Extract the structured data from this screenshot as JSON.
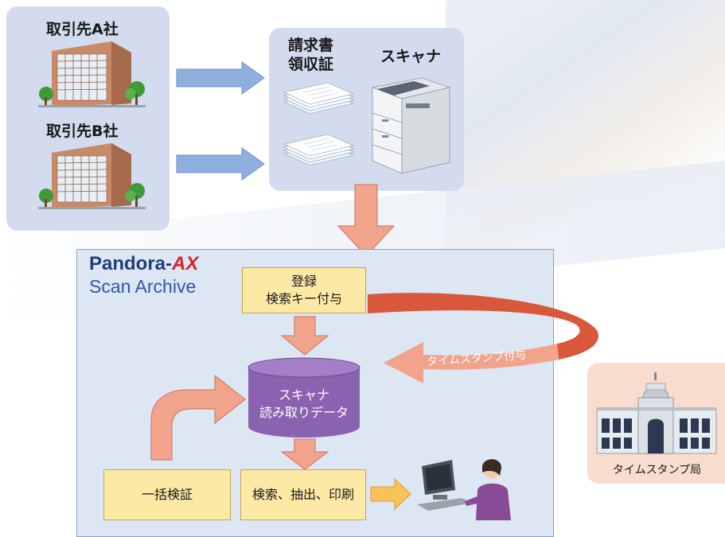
{
  "clients": {
    "client_a": "取引先A社",
    "client_b": "取引先B社"
  },
  "documents": {
    "label_line1": "請求書",
    "label_line2": "領収証",
    "scanner_label": "スキャナ"
  },
  "product": {
    "brand": "Pandora-",
    "brand_mark": "AX",
    "subtitle": "Scan Archive"
  },
  "boxes": {
    "register_line1": "登録",
    "register_line2": "検索キー付与",
    "database_line1": "スキャナ",
    "database_line2": "読み取りデータ",
    "bulk_verify": "一括検証",
    "search_extract_print": "検索、抽出、印刷"
  },
  "timestamp": {
    "arc_label": "タイムスタンプ付与",
    "authority_label": "タイムスタンプ局"
  },
  "colors": {
    "panel_blue": "#d3dcee",
    "arrow_blue": "#8fb0df",
    "arrow_salmon": "#f1a38c",
    "arc_red": "#d9583b",
    "yellow_box": "#fde9a6",
    "db_purple": "#8a63b0",
    "tsa_panel": "#f8ddcf",
    "brand_navy": "#1f3f7a",
    "brand_red": "#d8232a"
  }
}
